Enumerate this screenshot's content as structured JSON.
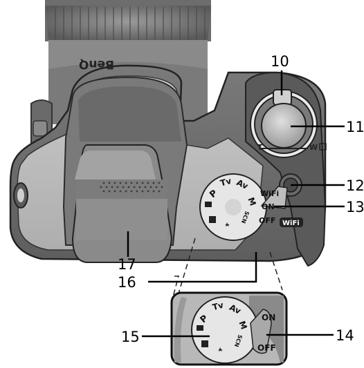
{
  "brand": "BenQ",
  "callouts": {
    "c10": "10",
    "c11": "11",
    "c12": "12",
    "c13": "13",
    "c14": "14",
    "c15": "15",
    "c16": "16",
    "c17": "17"
  },
  "zoom_labels": {
    "tele": "T",
    "wide": "W"
  },
  "power_switch": {
    "wifi": "WiFi",
    "on": "ON",
    "off": "OFF"
  },
  "wifi_button": "WiFi",
  "mode_dial": {
    "p": "P",
    "tv": "Tv",
    "av": "Av",
    "m": "M",
    "scn": "SCN"
  },
  "inset_switch": {
    "on": "ON",
    "off": "OFF"
  },
  "inset_dial": {
    "p": "P",
    "tv": "Tv",
    "av": "Av",
    "m": "M",
    "scn": "SCN"
  }
}
